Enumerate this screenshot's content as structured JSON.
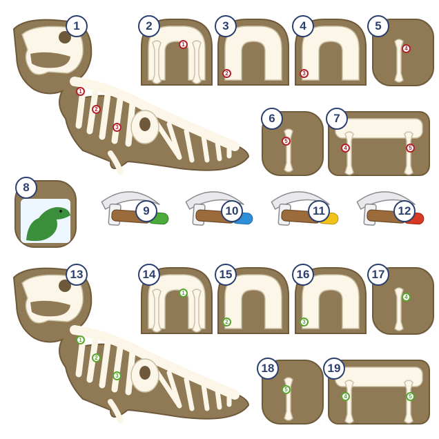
{
  "colors": {
    "board": "#8f7a55",
    "board_dark": "#6e5a3a",
    "bone": "#fbf6e8",
    "bone_line": "#c9bfa3",
    "number_ring": "#2b3f6e",
    "red_marker": "#b3202a",
    "green_marker": "#5aa531",
    "dino_green": "#3c8f3a"
  },
  "pieces": {
    "n1": "1",
    "n2": "2",
    "n3": "3",
    "n4": "4",
    "n5": "5",
    "n6": "6",
    "n7": "7",
    "n8": "8",
    "n9": "9",
    "n10": "10",
    "n11": "11",
    "n12": "12",
    "n13": "13",
    "n14": "14",
    "n15": "15",
    "n16": "16",
    "n17": "17",
    "n18": "18",
    "n19": "19"
  },
  "markers": {
    "red_1": "1",
    "red_2": "2",
    "red_3": "3",
    "red_4": "4",
    "red_5": "5",
    "green_1": "1",
    "green_2": "2",
    "green_3": "3",
    "green_4": "4",
    "green_5": "5"
  },
  "pickaxes": [
    {
      "id": "9",
      "handle_color": "#4caa3a"
    },
    {
      "id": "10",
      "handle_color": "#2f8fd6"
    },
    {
      "id": "11",
      "handle_color": "#f2c21b"
    },
    {
      "id": "12",
      "handle_color": "#d63a22"
    }
  ]
}
